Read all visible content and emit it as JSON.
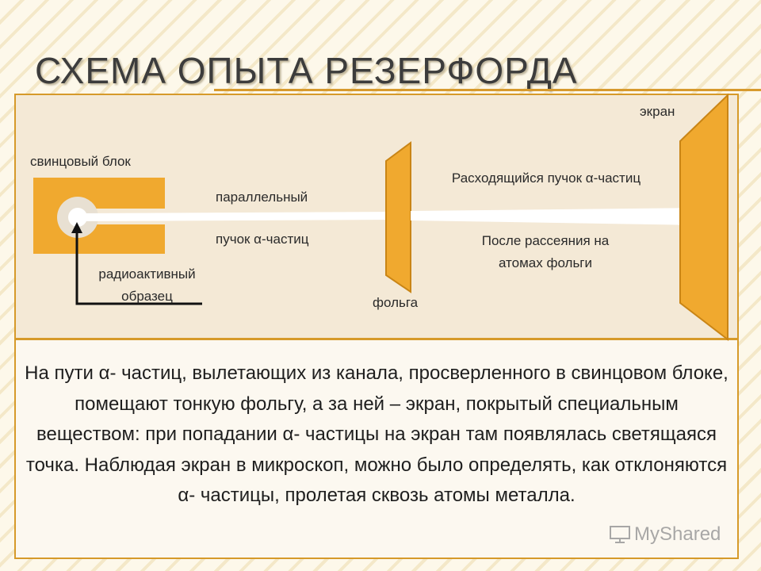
{
  "title": "СХЕМА ОПЫТА РЕЗЕРФОРДА",
  "colors": {
    "accent": "#d69a2a",
    "orange_fill": "#f0a92f",
    "orange_stroke": "#c98516",
    "beam": "#ffffff",
    "arrow": "#111111",
    "diagram_bg": "#f4e9d6"
  },
  "labels": {
    "lead_block": "свинцовый блок",
    "radioactive_sample": "радиоактивный образец",
    "parallel": "параллельный",
    "beam": "пучок α-частиц",
    "diverging": "Расходящийся пучок α-частиц",
    "after_scattering": "После рассеяния на атомах фольги",
    "foil": "фольга",
    "screen": "экран"
  },
  "description": "На пути α- частиц, вылетающих из канала, просверленного в свинцовом блоке, помещают тонкую фольгу, а за ней – экран, покрытый специальным веществом: при попадании α- частицы на экран там появлялась светящаяся точка. Наблюдая экран в микроскоп, можно было определять, как отклоняются α- частицы, пролетая сквозь атомы металла.",
  "watermark": "MyShared"
}
